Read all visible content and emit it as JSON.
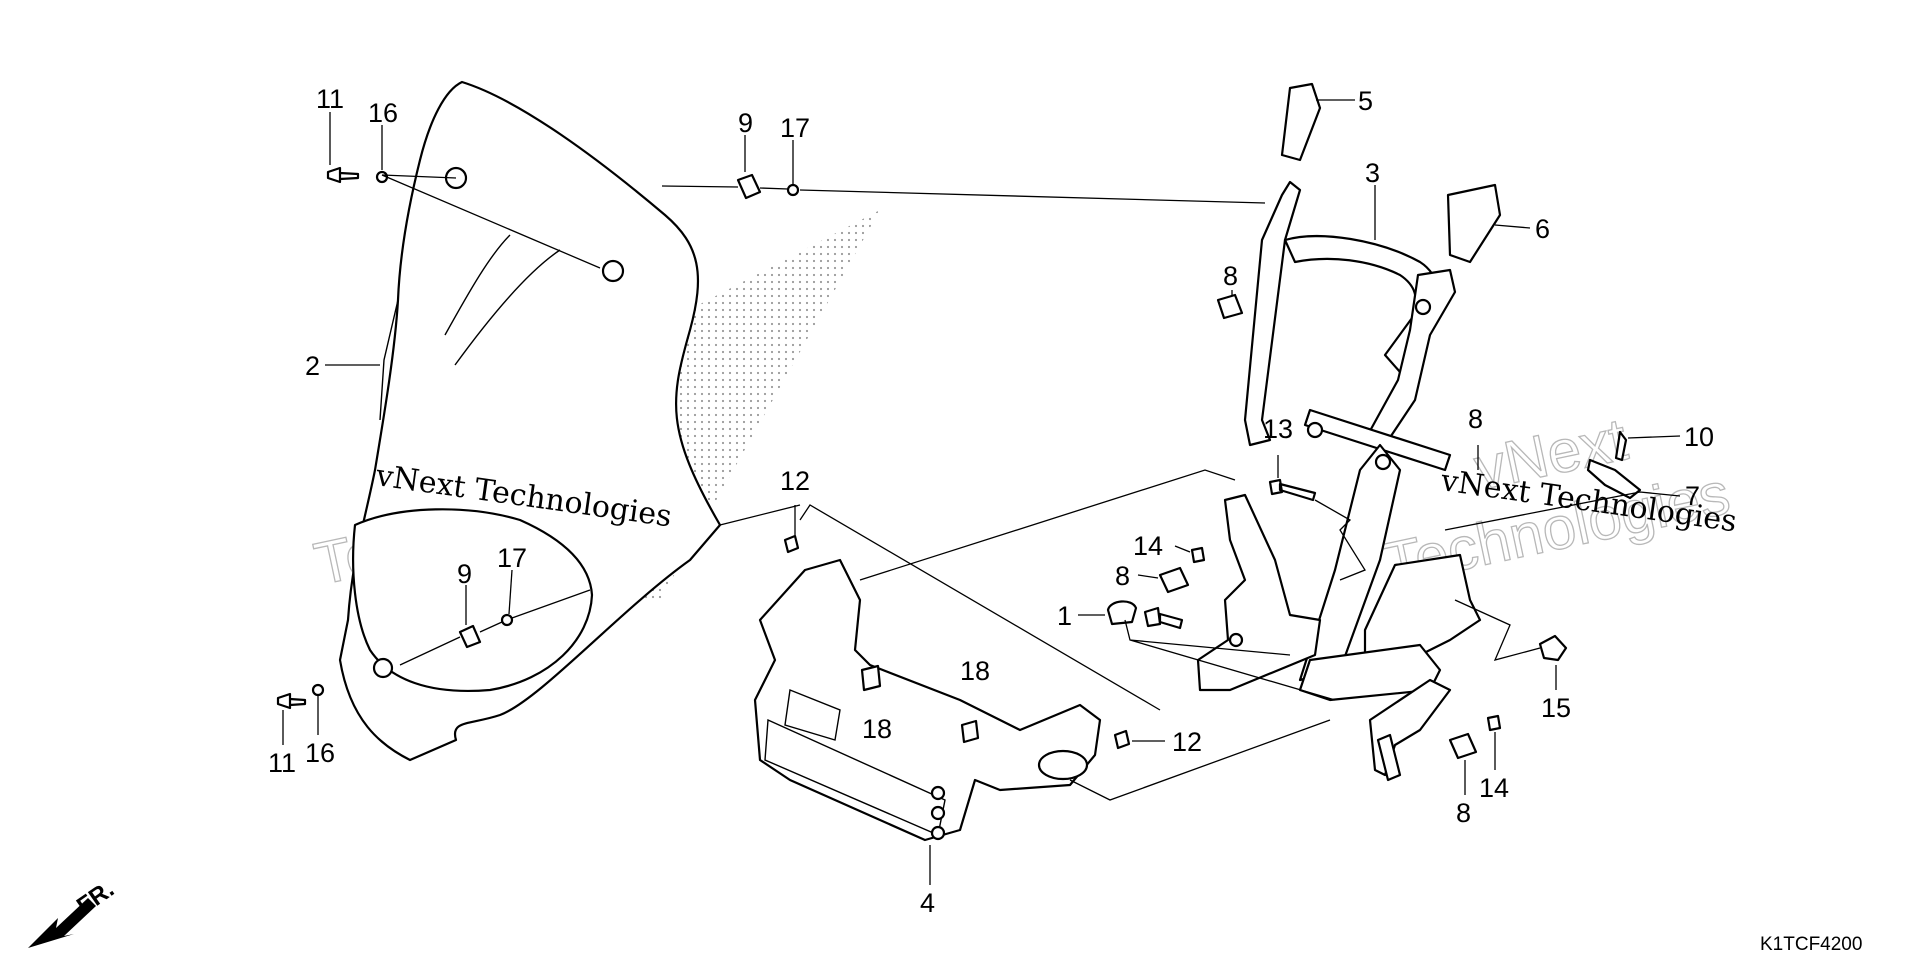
{
  "diagram": {
    "callouts": [
      "1",
      "2",
      "3",
      "4",
      "5",
      "6",
      "7",
      "8",
      "9",
      "10",
      "11",
      "12",
      "13",
      "14",
      "15",
      "16",
      "17",
      "18"
    ],
    "drawing_code": "K1TCF4200",
    "direction_label": "FR.",
    "watermark_text": "vNext Technologies",
    "watermark_word_1": "vNext",
    "watermark_word_2": "Technologies"
  }
}
